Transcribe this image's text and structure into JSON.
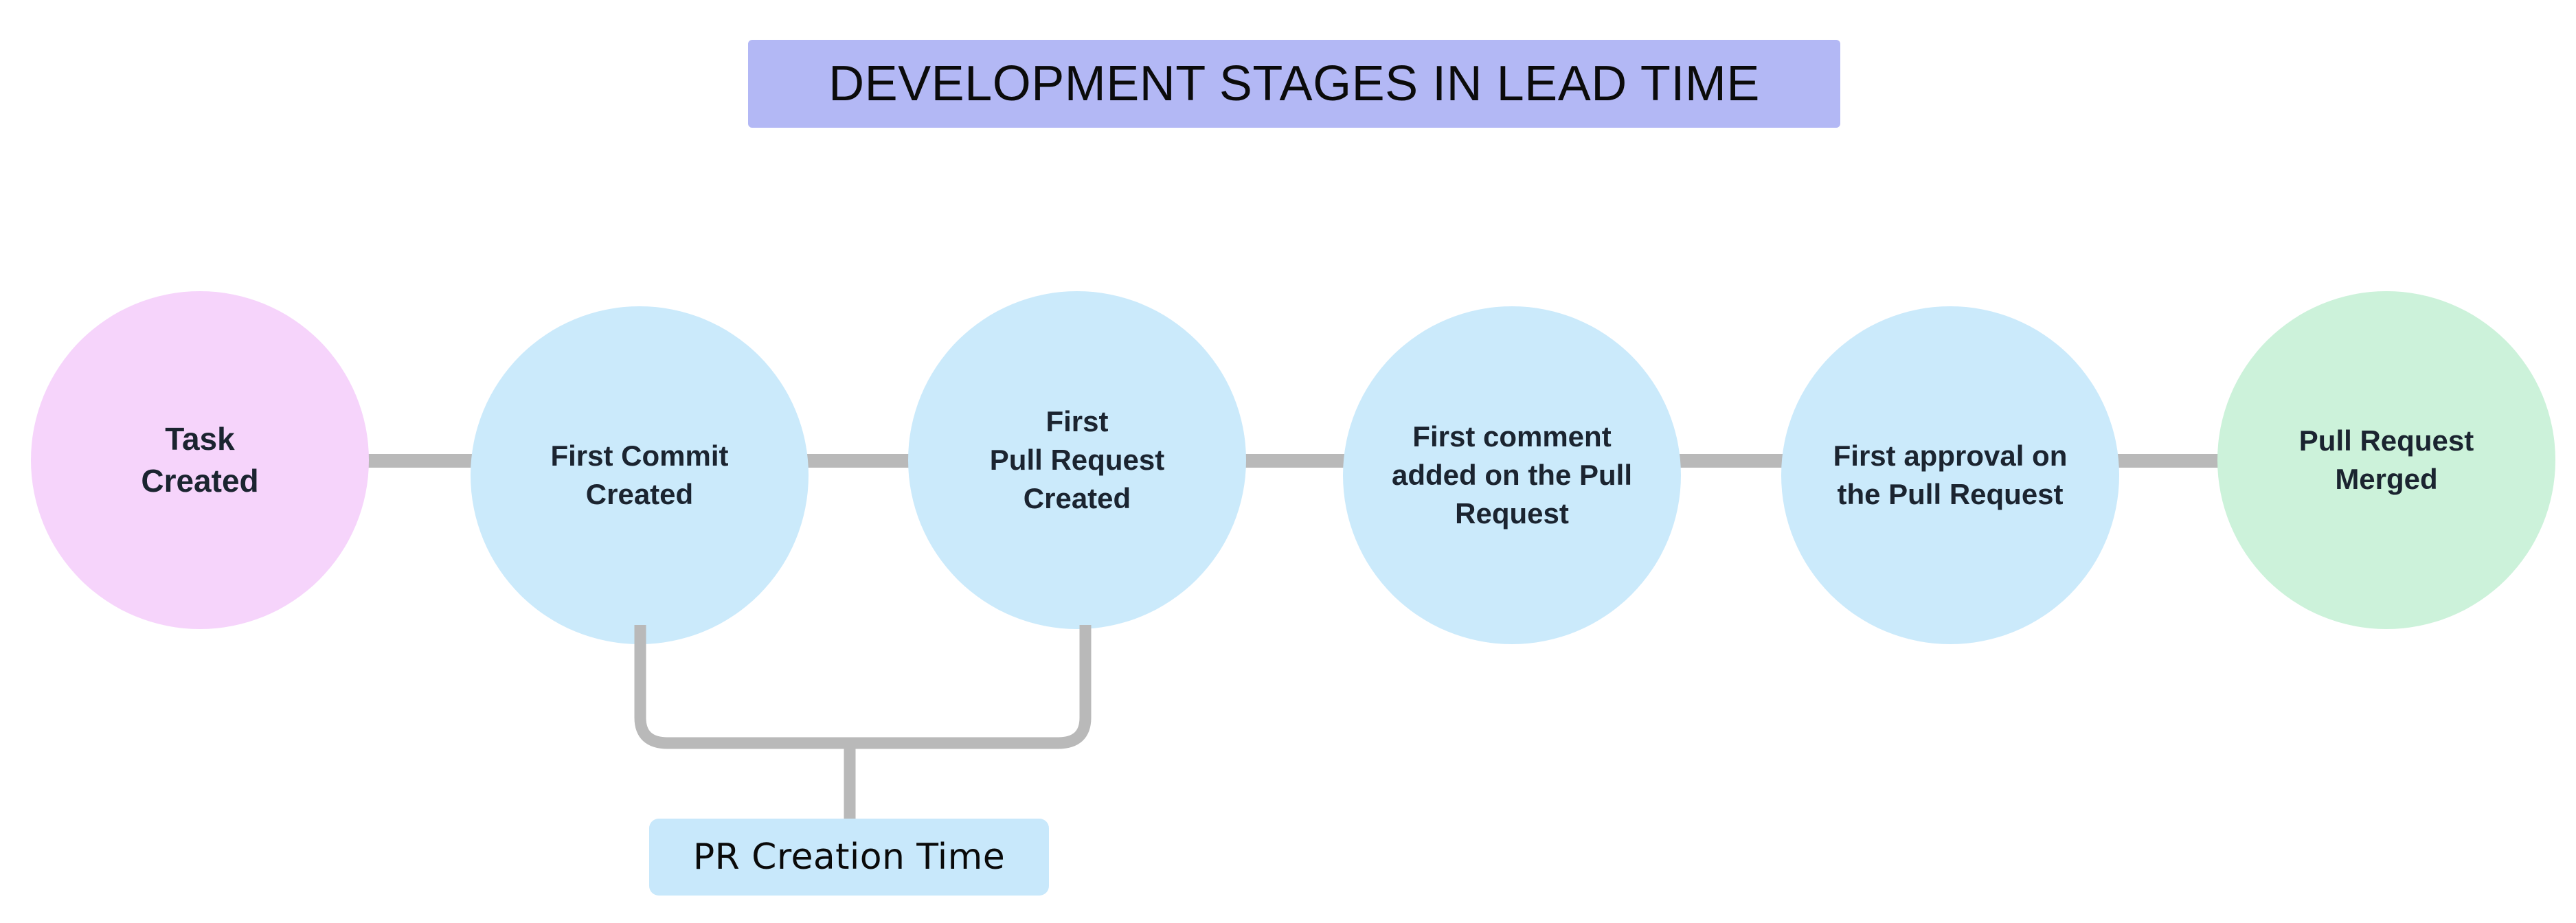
{
  "diagram": {
    "title": "DEVELOPMENT STAGES IN LEAD TIME",
    "title_bg": "#b3b8f5",
    "background": "#ffffff",
    "connector_color": "#b9b9b9",
    "text_color": "#1b2430",
    "nodes": [
      {
        "id": "task-created",
        "label": "Task\nCreated",
        "color": "#f6d4fb"
      },
      {
        "id": "first-commit-created",
        "label": "First Commit\nCreated",
        "color": "#cbeafb"
      },
      {
        "id": "first-pull-request-created",
        "label": "First\nPull Request\nCreated",
        "color": "#cbeafb"
      },
      {
        "id": "first-comment-on-pr",
        "label": "First comment\nadded on the Pull\nRequest",
        "color": "#cbeafb"
      },
      {
        "id": "first-approval-on-pr",
        "label": "First approval on\nthe Pull Request",
        "color": "#cbeafb"
      },
      {
        "id": "pull-request-merged",
        "label": "Pull Request\nMerged",
        "color": "#ccf2da"
      }
    ],
    "annotation": {
      "label": "PR Creation Time",
      "bg": "#c8e8fb",
      "spans_from": "first-commit-created",
      "spans_to": "first-pull-request-created"
    }
  }
}
